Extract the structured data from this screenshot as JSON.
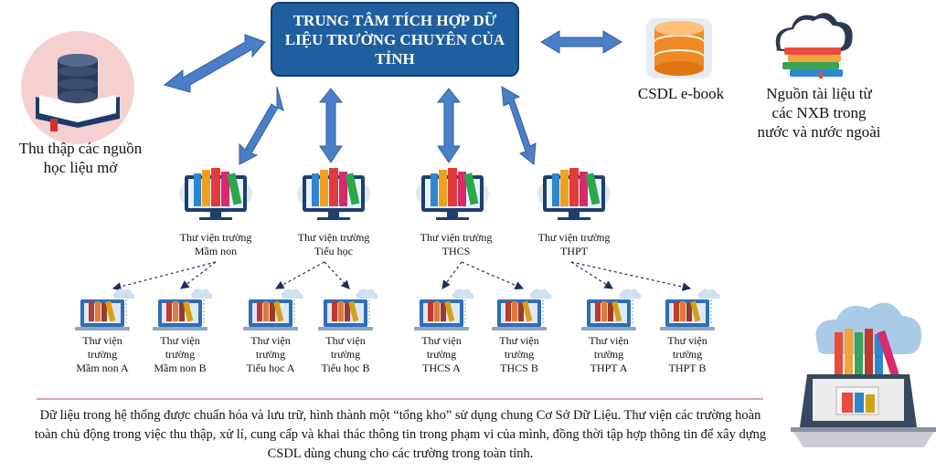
{
  "center": {
    "title": "TRUNG TÂM TÍCH HỢP DỮ LIỆU TRƯỜNG CHUYÊN CỦA TỈNH"
  },
  "left_source": {
    "label": "Thu thập các nguồn học liệu mở"
  },
  "ebook_db": {
    "label": "CSDL e-book"
  },
  "publishers": {
    "label": "Nguồn tài liệu từ các NXB trong nước và nước ngoài"
  },
  "school_libraries": [
    {
      "line1": "Thư viện trường",
      "line2": "Mầm non"
    },
    {
      "line1": "Thư viện trường",
      "line2": "Tiểu học"
    },
    {
      "line1": "Thư viện trường",
      "line2": "THCS"
    },
    {
      "line1": "Thư viện trường",
      "line2": "THPT"
    }
  ],
  "sub_libraries": [
    {
      "line1": "Thư viện",
      "line2": "trường",
      "line3": "Mầm non A"
    },
    {
      "line1": "Thư viện",
      "line2": "trường",
      "line3": "Mầm non B"
    },
    {
      "line1": "Thư viện",
      "line2": "trường",
      "line3": "Tiểu học A"
    },
    {
      "line1": "Thư viện",
      "line2": "trường",
      "line3": "Tiểu học B"
    },
    {
      "line1": "Thư viện",
      "line2": "trường",
      "line3": "THCS A"
    },
    {
      "line1": "Thư viện",
      "line2": "trường",
      "line3": "THCS B"
    },
    {
      "line1": "Thư viện",
      "line2": "trường",
      "line3": "THPT A"
    },
    {
      "line1": "Thư viện",
      "line2": "trường",
      "line3": "THPT B"
    }
  ],
  "footer": {
    "text": "Dữ liệu trong hệ thống được chuẩn hóa và lưu trữ, hình thành một “tổng kho” sử dụng chung Cơ Sở Dữ Liệu. Thư viện các trường hoàn toàn chủ động trong việc thu thập, xử lí, cung cấp và khai thác thông tin trong phạm vi của mình, đồng thời tập hợp thông tin để xây dựng CSDL dùng chung cho các trường trong toàn tỉnh."
  },
  "colors": {
    "center_fill": "#1f5fa0",
    "arrow_fill": "#4a7fc8",
    "divider": "#d9a3ad"
  }
}
